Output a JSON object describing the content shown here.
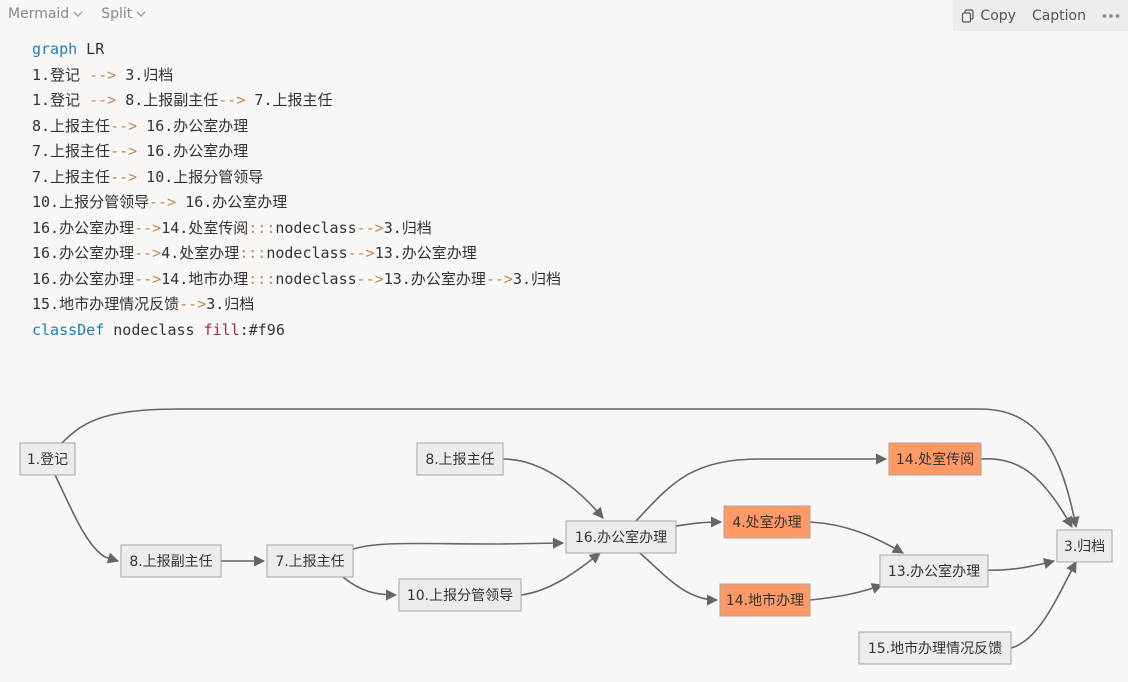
{
  "toolbar": {
    "language": "Mermaid",
    "view": "Split",
    "copy_label": "Copy",
    "caption_label": "Caption",
    "more_icon": "ellipsis-icon"
  },
  "code_lines": [
    [
      {
        "t": "graph",
        "c": "kw"
      },
      {
        "t": " LR"
      }
    ],
    [
      {
        "t": "1.登记 "
      },
      {
        "t": "-->",
        "c": "ar"
      },
      {
        "t": " 3.归档"
      }
    ],
    [
      {
        "t": "1.登记 "
      },
      {
        "t": "-->",
        "c": "ar"
      },
      {
        "t": " 8.上报副主任"
      },
      {
        "t": "-->",
        "c": "ar"
      },
      {
        "t": " 7.上报主任"
      }
    ],
    [
      {
        "t": "8.上报主任"
      },
      {
        "t": "-->",
        "c": "ar"
      },
      {
        "t": " 16.办公室办理"
      }
    ],
    [
      {
        "t": "7.上报主任"
      },
      {
        "t": "-->",
        "c": "ar"
      },
      {
        "t": " 16.办公室办理"
      }
    ],
    [
      {
        "t": "7.上报主任"
      },
      {
        "t": "-->",
        "c": "ar"
      },
      {
        "t": " 10.上报分管领导"
      }
    ],
    [
      {
        "t": "10.上报分管领导"
      },
      {
        "t": "-->",
        "c": "ar"
      },
      {
        "t": " 16.办公室办理"
      }
    ],
    [
      {
        "t": "16.办公室办理"
      },
      {
        "t": "-->",
        "c": "ar"
      },
      {
        "t": "14.处室传阅"
      },
      {
        "t": ":::",
        "c": "ar"
      },
      {
        "t": "nodeclass"
      },
      {
        "t": "-->",
        "c": "ar"
      },
      {
        "t": "3.归档"
      }
    ],
    [
      {
        "t": "16.办公室办理"
      },
      {
        "t": "-->",
        "c": "ar"
      },
      {
        "t": "4.处室办理"
      },
      {
        "t": ":::",
        "c": "ar"
      },
      {
        "t": "nodeclass"
      },
      {
        "t": "-->",
        "c": "ar"
      },
      {
        "t": "13.办公室办理"
      }
    ],
    [
      {
        "t": "16.办公室办理"
      },
      {
        "t": "-->",
        "c": "ar"
      },
      {
        "t": "14.地市办理"
      },
      {
        "t": ":::",
        "c": "ar"
      },
      {
        "t": "nodeclass"
      },
      {
        "t": "-->",
        "c": "ar"
      },
      {
        "t": "13.办公室办理"
      },
      {
        "t": "-->",
        "c": "ar"
      },
      {
        "t": "3.归档"
      }
    ],
    [
      {
        "t": "15.地市办理情况反馈"
      },
      {
        "t": "-->",
        "c": "ar"
      },
      {
        "t": "3.归档"
      }
    ],
    [
      {
        "t": "classDef",
        "c": "kw"
      },
      {
        "t": " nodeclass "
      },
      {
        "t": "fill",
        "c": "pr"
      },
      {
        "t": ":#f96"
      }
    ]
  ],
  "diagram": {
    "highlight_fill": "#ff9966",
    "nodes": [
      {
        "id": "n1",
        "label": "1.登记",
        "cls": "std"
      },
      {
        "id": "n8",
        "label": "8.上报主任",
        "cls": "std"
      },
      {
        "id": "n8b",
        "label": "8.上报副主任",
        "cls": "std"
      },
      {
        "id": "n7",
        "label": "7.上报主任",
        "cls": "std"
      },
      {
        "id": "n10",
        "label": "10.上报分管领导",
        "cls": "std"
      },
      {
        "id": "n16",
        "label": "16.办公室办理",
        "cls": "std"
      },
      {
        "id": "n14a",
        "label": "14.处室传阅",
        "cls": "hl"
      },
      {
        "id": "n4",
        "label": "4.处室办理",
        "cls": "hl"
      },
      {
        "id": "n14b",
        "label": "14.地市办理",
        "cls": "hl"
      },
      {
        "id": "n13",
        "label": "13.办公室办理",
        "cls": "std"
      },
      {
        "id": "n15",
        "label": "15.地市办理情况反馈",
        "cls": "std"
      },
      {
        "id": "n3",
        "label": "3.归档",
        "cls": "std"
      }
    ],
    "edges": [
      {
        "from": "n1",
        "to": "n3"
      },
      {
        "from": "n1",
        "to": "n8b"
      },
      {
        "from": "n8b",
        "to": "n7"
      },
      {
        "from": "n8",
        "to": "n16"
      },
      {
        "from": "n7",
        "to": "n16"
      },
      {
        "from": "n7",
        "to": "n10"
      },
      {
        "from": "n10",
        "to": "n16"
      },
      {
        "from": "n16",
        "to": "n14a"
      },
      {
        "from": "n16",
        "to": "n4"
      },
      {
        "from": "n16",
        "to": "n14b"
      },
      {
        "from": "n14a",
        "to": "n3"
      },
      {
        "from": "n4",
        "to": "n13"
      },
      {
        "from": "n14b",
        "to": "n13"
      },
      {
        "from": "n13",
        "to": "n3"
      },
      {
        "from": "n15",
        "to": "n3"
      }
    ]
  }
}
